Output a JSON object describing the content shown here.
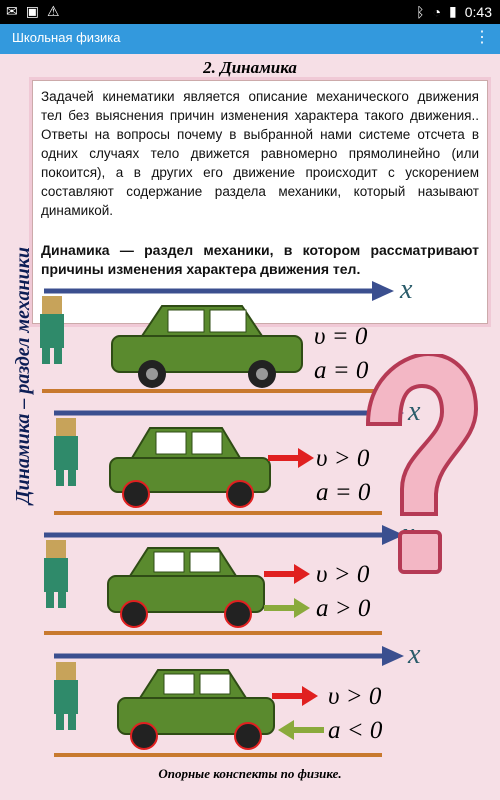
{
  "status": {
    "time": "0:43"
  },
  "app": {
    "title": "Школьная физика"
  },
  "content": {
    "heading": "2. Динамика",
    "paragraph": "Задачей кинематики является описание механического движения тел без выяснения причин изменения характера такого движения.. Ответы на вопросы почему в выбранной нами системе отсчета в одних случаях тело движется равномерно прямолинейно (или покоится), а в других его движение происходит с ускорением составляют содержание раздела механики, который называют динамикой.",
    "definition": "Динамика — раздел механики, в котором рассматривают причины изменения характера движения тел.",
    "side_label": "Динамика – раздел механики",
    "footer": "Опорные конспекты по физике."
  },
  "panels": [
    {
      "v": "υ = 0",
      "a": "a = 0",
      "x": "x"
    },
    {
      "v": "υ > 0",
      "a": "a = 0",
      "x": "x"
    },
    {
      "v": "υ > 0",
      "a": "a > 0",
      "x": "x"
    },
    {
      "v": "υ > 0",
      "a": "a < 0",
      "x": "x"
    }
  ],
  "colors": {
    "accent": "#3399dd",
    "car": "#5a8a2e",
    "arrow": "#3b4f8f",
    "red": "#e02020",
    "green": "#8aaa3c",
    "road": "#c8792e"
  }
}
